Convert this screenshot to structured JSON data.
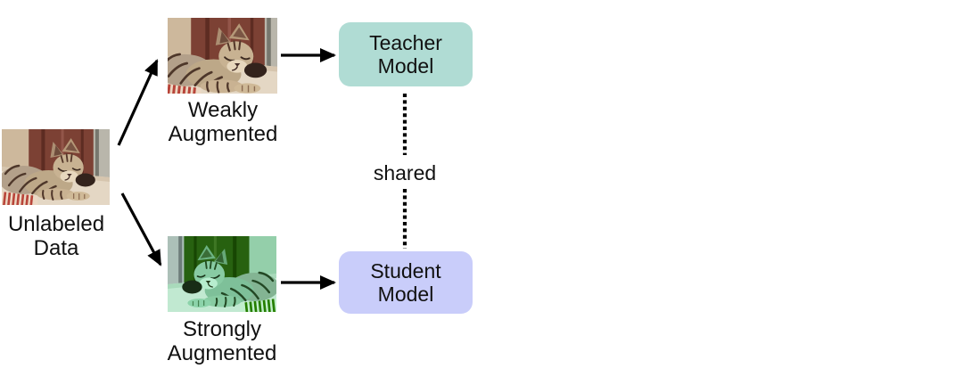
{
  "diagram": {
    "source": {
      "image_icon": "sleeping-cat-photo",
      "label_line1": "Unlabeled",
      "label_line2": "Data"
    },
    "weak_branch": {
      "image_icon": "sleeping-cat-photo-weakly-augmented",
      "label_line1": "Weakly",
      "label_line2": "Augmented"
    },
    "strong_branch": {
      "image_icon": "sleeping-cat-photo-strongly-augmented-color-jittered-flipped",
      "label_line1": "Strongly",
      "label_line2": "Augmented"
    },
    "teacher_box": {
      "label_line1": "Teacher",
      "label_line2": "Model"
    },
    "student_box": {
      "label_line1": "Student",
      "label_line2": "Model"
    },
    "shared_label": "shared"
  },
  "colors": {
    "teacher-fill": "#b0dcd4",
    "student-fill": "#c9cdfa",
    "arrow": "#000000",
    "text": "#111111",
    "canvas-bg": "#ffffff"
  }
}
